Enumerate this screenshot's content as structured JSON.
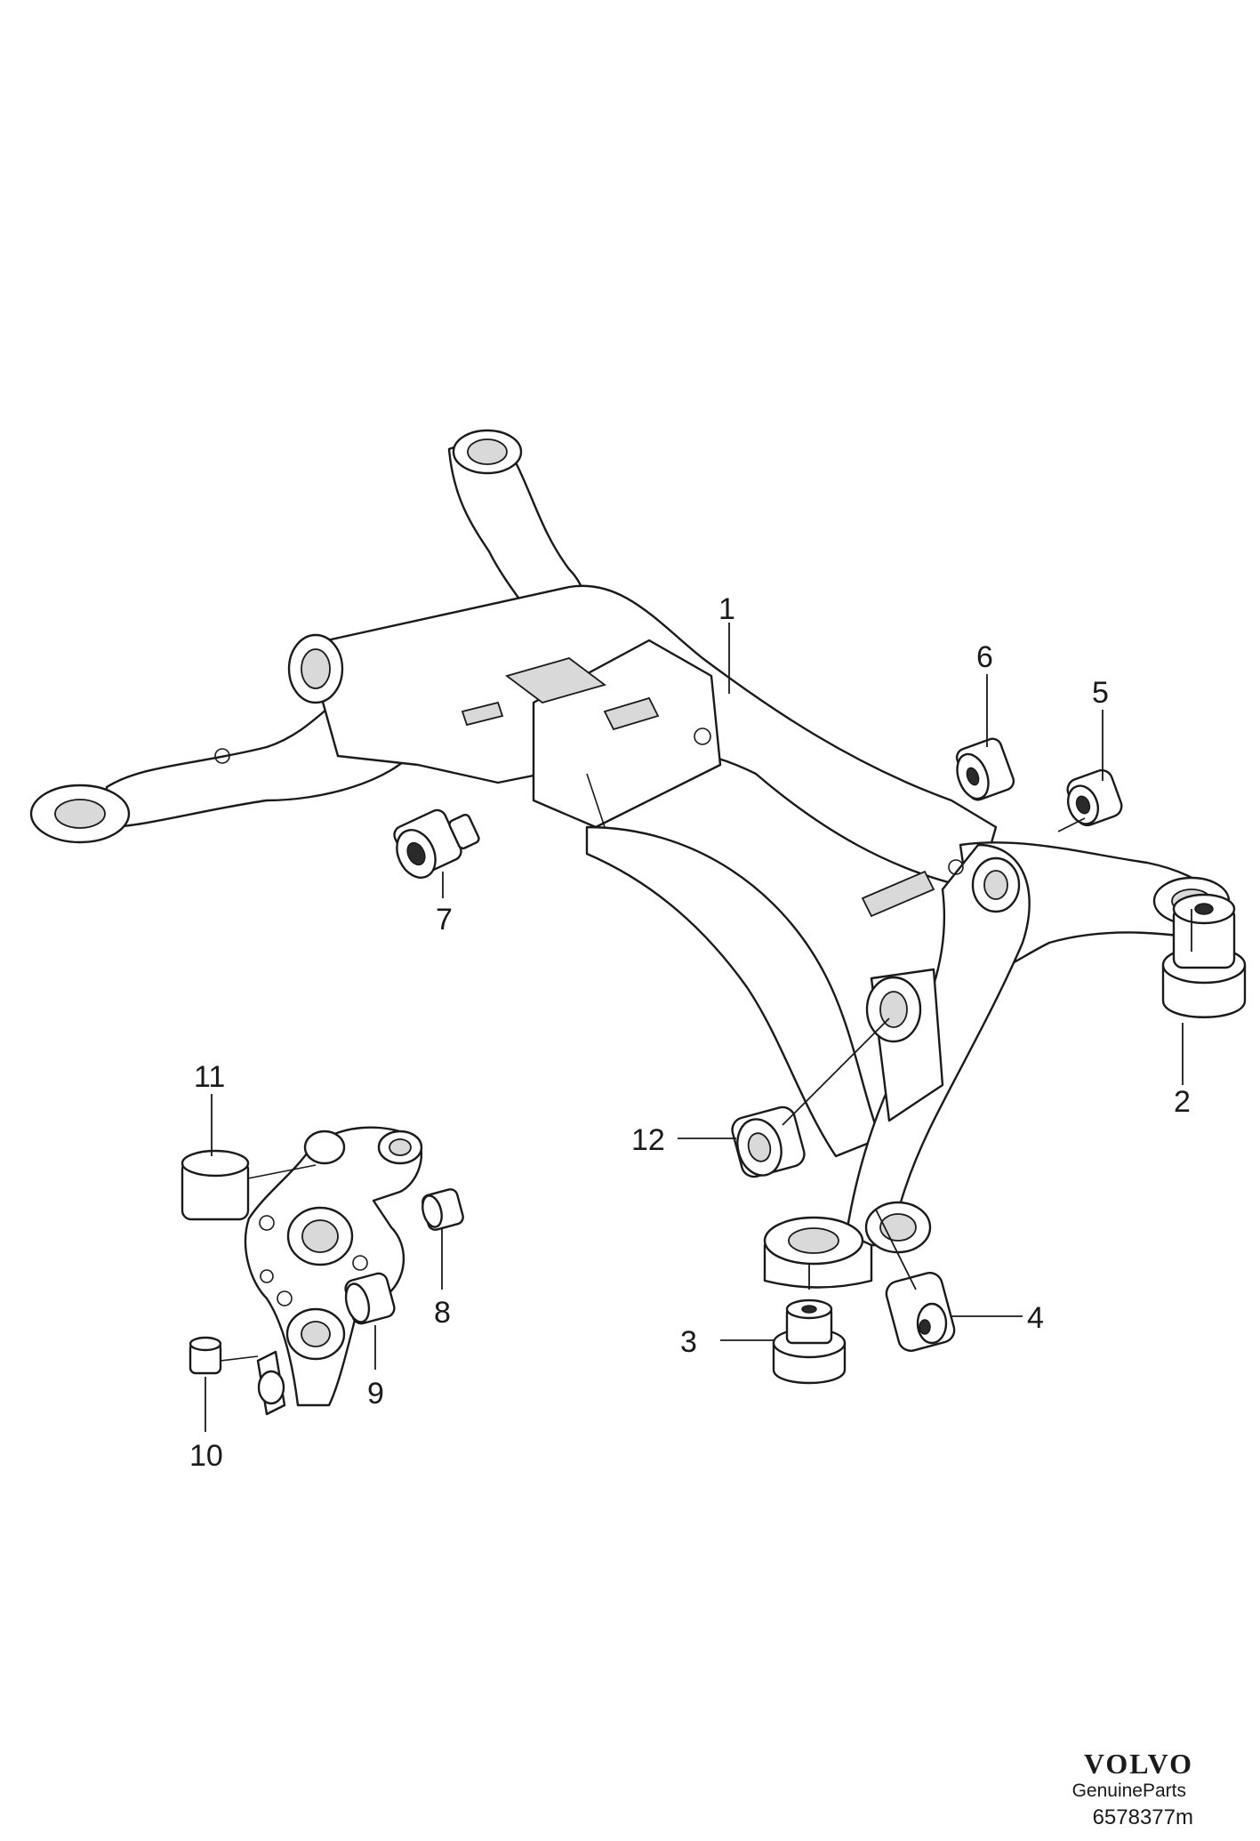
{
  "callouts": [
    "1",
    "2",
    "3",
    "4",
    "5",
    "6",
    "7",
    "8",
    "9",
    "10",
    "11",
    "12"
  ],
  "brand": {
    "logo_text": "VOLVO",
    "subtitle": "GenuineParts",
    "diagram_code": "6578377m"
  }
}
